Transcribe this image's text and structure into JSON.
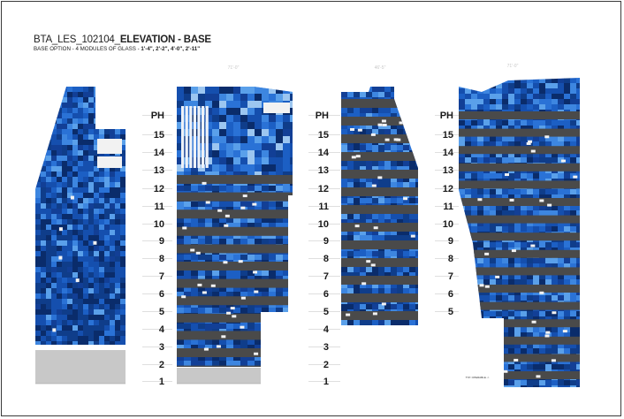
{
  "header": {
    "title_prefix": "BTA_LES_102104_",
    "title_bold": "ELEVATION - BASE",
    "subtitle_prefix": "BASE OPTION - 4 MODULES OF GLASS - ",
    "subtitle_bold": "1'-4\", 2'-2\", 4'-0\", 2'-11\""
  },
  "floor_labels_left": [
    "PH",
    "15",
    "14",
    "13",
    "12",
    "11",
    "10",
    "9",
    "8",
    "7",
    "6",
    "5",
    "4",
    "3",
    "2",
    "1"
  ],
  "floor_labels_right": [
    "PH",
    "15",
    "14",
    "13",
    "12",
    "11",
    "10",
    "9",
    "8",
    "7",
    "6",
    "5"
  ],
  "dimension_labels": [
    "71'-0\"",
    "46'-5\"",
    "71'-0\""
  ],
  "note_text": "TYP. OPERABLE ->",
  "colors": {
    "blue_dark": "#0a2c6b",
    "blue_mid": "#1c5fc4",
    "blue_light": "#4a93e0",
    "slab_gray": "#4a4a4a",
    "base_gray": "#c8c8c8",
    "white_panel": "#f2f2f2"
  }
}
